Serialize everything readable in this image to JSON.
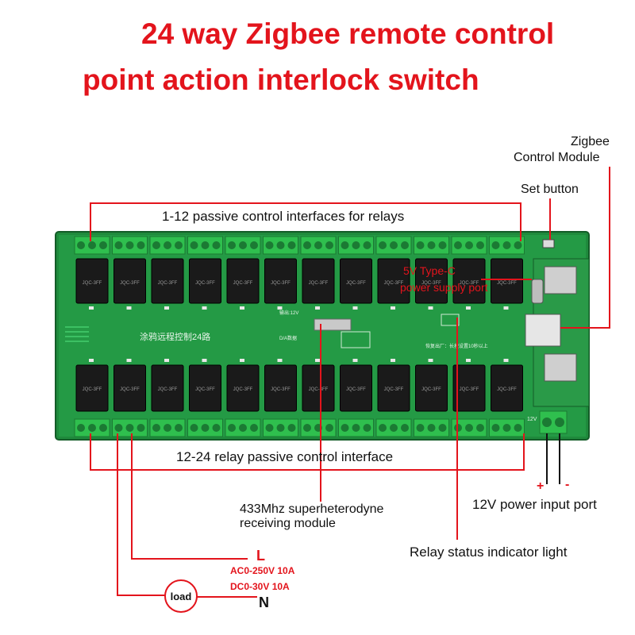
{
  "title": {
    "line1": "24 way Zigbee remote control",
    "line2": "point action interlock switch"
  },
  "labels": {
    "zigbee_module": "Zigbee\nControl Module",
    "set_button": "Set button",
    "relays_1_12": "1-12 passive control interfaces for relays",
    "type_c": "5V Type-C\npower supply port",
    "relays_12_24": "12-24 relay passive control interface",
    "rf_module": "433Mhz superheterodyne\nreceiving module",
    "power_input": "12V power input port",
    "plus": "+",
    "minus": "-",
    "status_light": "Relay status indicator light",
    "L": "L",
    "N": "N",
    "ac_rating": "AC0-250V 10A",
    "dc_rating": "DC0-30V  10A",
    "load": "load"
  },
  "board_text": {
    "silk_title": "涂鸦远程控制24路",
    "reset_note": "恢复出厂：长按设置10秒以上",
    "da": "D/A数据",
    "output": "输出:12V",
    "relay_model": "JQC-3FF",
    "power_12v": "12V"
  },
  "colors": {
    "title": "#e3141c",
    "leader": "#e3141c",
    "board": "#1f8a3c",
    "terminal": "#2fbf4e",
    "relay": "#1a1a1a"
  }
}
